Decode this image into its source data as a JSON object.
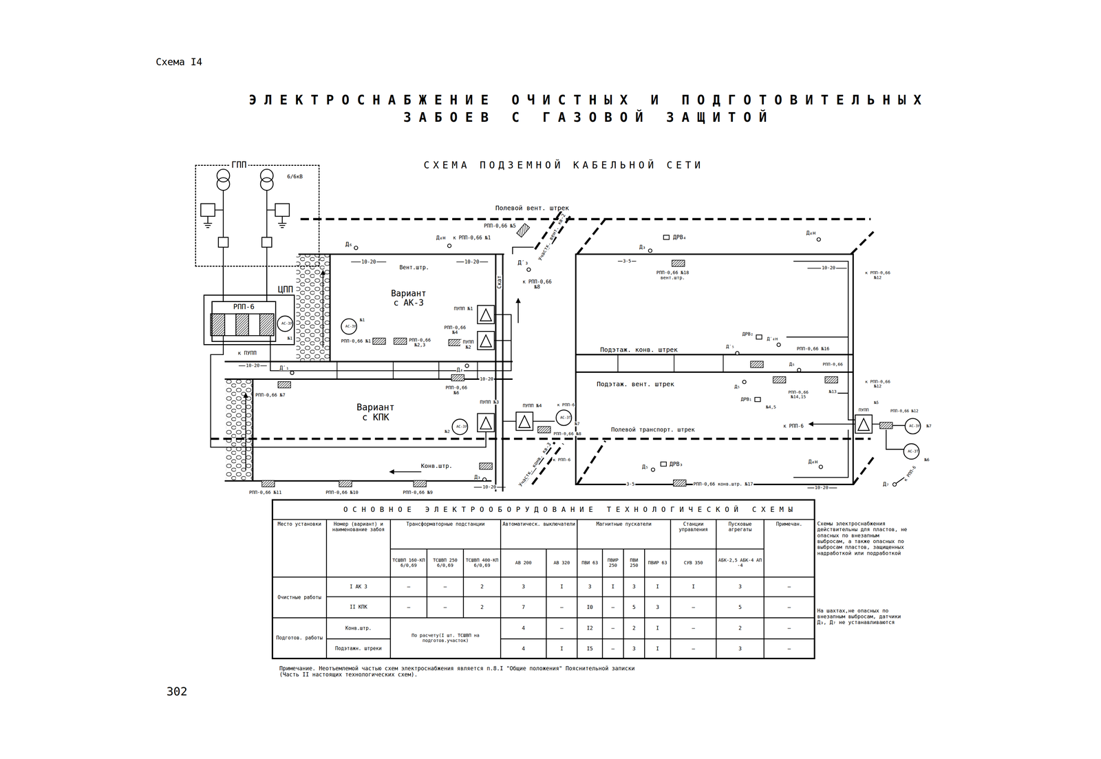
{
  "diagram": {
    "title": "ЭЛЕКТРОСНАБЖЕНИЕ ОЧИСТНЫХ И ПОДГОТОВИТЕЛЬНЫХ ЗАБОЕВ С ГАЗОВОЙ ЗАЩИТОЙ",
    "nodes": [
      {
        "text": [
          "ГПП"
        ]
      },
      {
        "text": [
          "ЦПП"
        ]
      },
      {
        "text": [
          "РПП-6"
        ],
        "in": 1
      }
    ],
    "edges": [
      {
        "from": 0,
        "to": 2,
        "arrow": "none"
      },
      {
        "from": 0,
        "to": 2,
        "arrow": "none"
      }
    ],
    "labels": [
      "Схема I4",
      "СХЕМА ПОДЗЕМНОЙ КАБЕЛЬНОЙ СЕТИ",
      "6/6кВ",
      "к ПУПП",
      "Полевой вент. штрек",
      "РПП-0,66 №5",
      "Участк. вент. кв-2",
      "к РПП-0,66 №1",
      "Д₆",
      "Д₄н",
      "Д′₃",
      "10-20",
      "10-20",
      "Вент.штр.",
      "Скат",
      "к РПП-0,66 №8",
      "Вариант с АК-3",
      "АС-3У",
      "№1",
      "РПП-0,66 №1",
      "ПУПП №1",
      "РПП-0,66 №2,3",
      "РПП-0,66 №4",
      "ПУПП №2",
      "АС-3У",
      "№1",
      "10-20",
      "Д′₁",
      "Д₄",
      "10-20",
      "РПП-0,66 №7",
      "РПП-0,66 №6",
      "ПУПП №3",
      "Вариант с КПК",
      "АС-3У",
      "№2",
      "ПУПП №4",
      "к РПП-6",
      "АС-3Т",
      "№7",
      "РПП-0,66 №8",
      "Полевой транспорт. штрек",
      "Конв.штр.",
      "Д₃",
      "10-20",
      "Участк. конв. кв-3",
      "к РПП-6",
      "РПП-0,66 №11",
      "РПП-0,66 №10",
      "РПП-0,66 №9",
      "Д₃",
      "ДРВ₄",
      "3-5",
      "РПП-0,66 №18 вент.штр.",
      "Д₄н",
      "10-20",
      "к РПП-0,66 №12",
      "Подэтаж. конв. штрек",
      "Подэтаж. вент. штрек",
      "ДРВ₂",
      "Д′₄н",
      "РПП-0,66 №16",
      "Д′₅",
      "Д₆",
      "РПП-0,66",
      "Д₅",
      "ДРВ₁",
      "РПП-0,66 №14,15",
      "№4,5",
      "№13",
      "к РПП-0,66 №12",
      "к РПП-6",
      "ПУПП",
      "№5",
      "РПП-0,66 №12",
      "АС-3У",
      "№7",
      "АС-3Т",
      "№6",
      "Д₇",
      "к РПП-6",
      "Д₅",
      "ДРВ₃",
      "3-5",
      "РПП-0,66 конв.штр. №17",
      "Д₄н",
      "10-20",
      "Схемы электроснабжения действительны для пластов, не опасных по внезапным выбросам, а также опасных по выбросам пластов, защищенных надработкой или подработкой",
      "На шахтах,не опасных по внезапным выбросам, датчики Д₃, Д₇ не устанавливаются",
      "Примечание. Неотъемлемой частью схем электроснабжения является п.8.I \"Общие положения\" Пояснительной записки (Часть II настоящих технологических схем).",
      "302",
      "ОСНОВНОЕ ЭЛЕКТРООБОРУДОВАНИЕ ТЕХНОЛОГИЧЕСКОЙ СХЕМЫ",
      "Место установки",
      "Номер (вариант) и наименование забоя",
      "Трансформаторные подстанции",
      "Автоматическ. выключатели",
      "Магнитные пускатели",
      "Станции управления",
      "Пусковые агрегаты",
      "Примечан.",
      "ТСШВП 160-КП 6/0,69",
      "ТСШВП 250 6/0,69",
      "ТСШВП 400-КП 6/0,69",
      "АВ 200",
      "АВ 320",
      "ПВИ 63",
      "ПВИР 250",
      "ПВИ 250",
      "ПВИР 63",
      "СУВ 350",
      "АБК-2,5 АБК-4 АП -4",
      "Очистные работы",
      "I АК 3",
      "–",
      "–",
      "2",
      "3",
      "I",
      "3",
      "I",
      "3",
      "I",
      "I",
      "3",
      "–",
      "II КПК",
      "–",
      "–",
      "2",
      "7",
      "–",
      "I0",
      "–",
      "5",
      "3",
      "–",
      "5",
      "–",
      "Подготов. работы",
      "Конв.штр.",
      "По расчету(I шт. ТСШВП на подготов.участок)",
      "4",
      "–",
      "I2",
      "–",
      "2",
      "I",
      "–",
      "2",
      "–",
      "Подэтажн. штреки",
      "4",
      "I",
      "I5",
      "–",
      "3",
      "I",
      "–",
      "3",
      "–"
    ]
  }
}
